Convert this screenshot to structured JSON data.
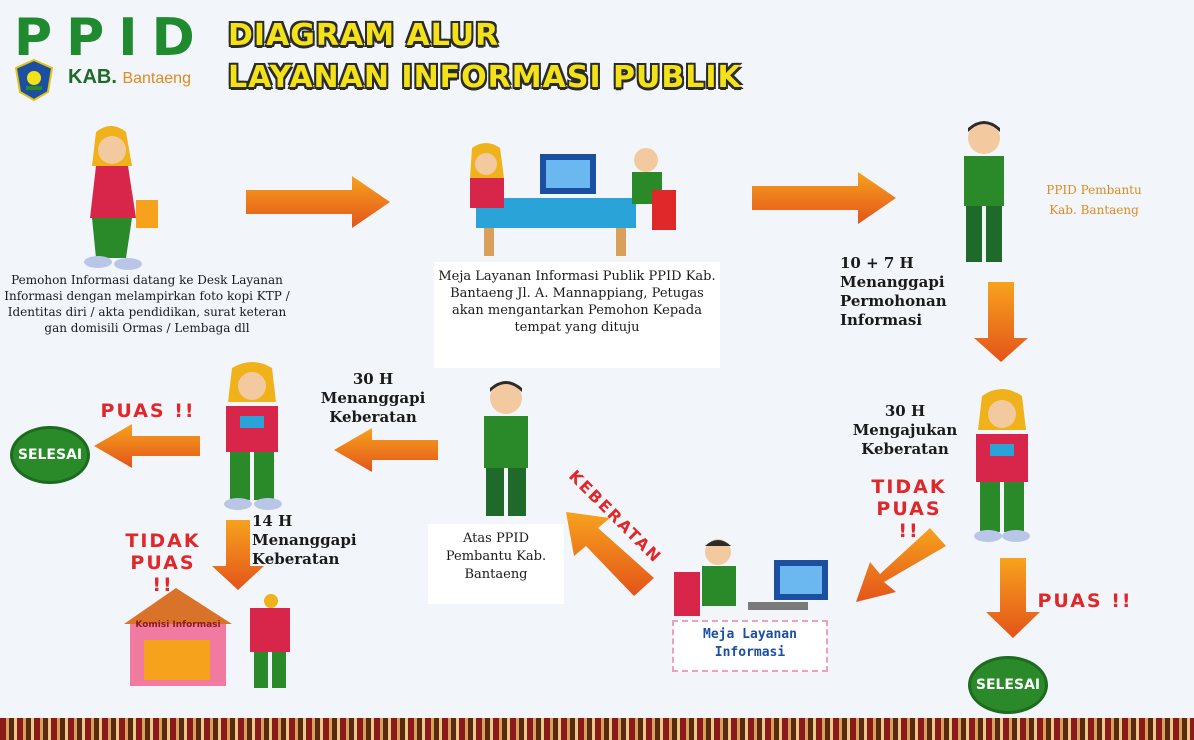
{
  "header": {
    "logo_text": "PPID",
    "logo_kab": "KAB.",
    "logo_place": "Bantaeng",
    "title_line1": "DIAGRAM ALUR",
    "title_line2": "LAYANAN INFORMASI PUBLIK"
  },
  "steps": {
    "applicant": "Pemohon Informasi datang ke Desk Layanan Informasi dengan melampirkan foto kopi KTP / Identitas diri / akta pendidikan, surat keteran gan domisili Ormas / Lembaga dll",
    "service_desk": "Meja Layanan Informasi Publik PPID Kab. Bantaeng Jl. A. Mannappiang, Petugas akan mengantarkan Pemohon Kepada tempat yang dituju",
    "ppid_assistant": "PPID Pembantu Kab. Bantaeng",
    "response_time": "10 + 7 H Menanggapi Permohonan Informasi",
    "appeal_30h": "30 H Mengajukan Keberatan",
    "tidak_puas_right": "TIDAK PUAS !!",
    "puas_right": "PUAS !!",
    "meja_layanan": "Meja Layanan Informasi",
    "keberatan": "KEBERATAN",
    "atasan": "Atas PPID Pembantu Kab. Bantaeng",
    "respond_30h": "30 H Menanggapi Keberatan",
    "puas_left": "PUAS !!",
    "respond_14h": "14 H Menanggapi Keberatan",
    "tidak_puas_left": "TIDAK PUAS !!",
    "selesai_left": "SELESAI",
    "selesai_right": "SELESAI",
    "komisi_sign": "Komisi Informasi"
  },
  "colors": {
    "arrow": "#f7941d",
    "arrow_dark": "#e3541a",
    "title_yellow": "#f3e218",
    "logo_green": "#1f8a2e",
    "selesai_green": "#2a8a2a",
    "red_text": "#e0282a"
  }
}
